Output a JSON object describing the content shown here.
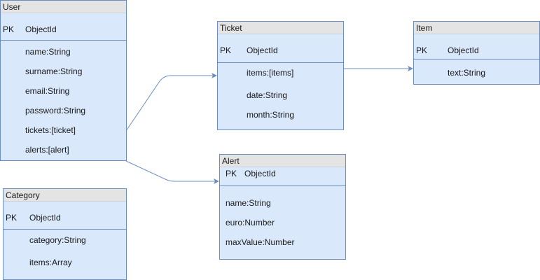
{
  "colors": {
    "entity_fill": "#dae8fc",
    "entity_border": "#6c8ebf",
    "header_fill": "#e4e4e4",
    "edge": "#6c8ebf"
  },
  "entities": {
    "user": {
      "title": "User",
      "pk_label": "PK",
      "pk_name": "ObjectId",
      "fields": [
        "name:String",
        "surname:String",
        "email:String",
        "password:String",
        "tickets:[ticket]",
        "alerts:[alert]"
      ]
    },
    "ticket": {
      "title": "Ticket",
      "pk_label": "PK",
      "pk_name": "ObjectId",
      "fields": [
        "items:[items]",
        "date:String",
        "month:String"
      ]
    },
    "item": {
      "title": "Item",
      "pk_label": "PK",
      "pk_name": "ObjectId",
      "fields": [
        "text:String"
      ]
    },
    "alert": {
      "title": "Alert",
      "pk_label": "PK",
      "pk_name": "ObjectId",
      "fields": [
        "name:String",
        "euro:Number",
        "maxValue:Number"
      ]
    },
    "category": {
      "title": "Category",
      "pk_label": "PK",
      "pk_name": "ObjectId",
      "fields": [
        "category:String",
        "items:Array"
      ]
    }
  }
}
